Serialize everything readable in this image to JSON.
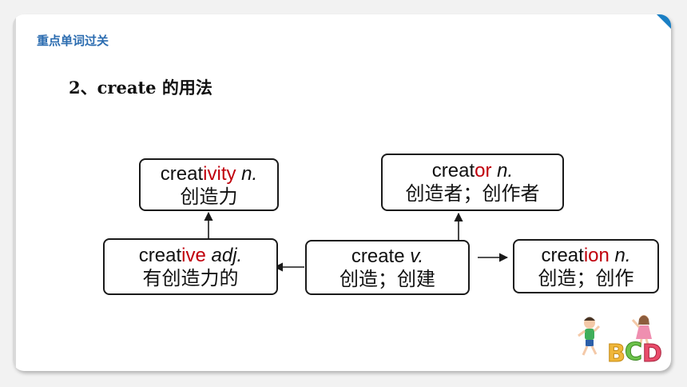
{
  "header": {
    "section": "重点单词过关"
  },
  "title": {
    "number": "2、",
    "word": "create",
    "suffix": " 的用法"
  },
  "boxes": {
    "creativity": {
      "stem": "creat",
      "ending": "ivity",
      "pos": "n.",
      "meaning": "创造力"
    },
    "creator": {
      "stem": "creat",
      "ending": "or",
      "pos": "n.",
      "meaning": "创造者；创作者"
    },
    "creative": {
      "stem": "creat",
      "ending": "ive",
      "pos": "adj.",
      "meaning": "有创造力的"
    },
    "create": {
      "word": "create",
      "pos": "v.",
      "meaning": "创造；创建"
    },
    "creation": {
      "stem": "creat",
      "ending": "ion",
      "pos": "n.",
      "meaning": "创造；创作"
    }
  },
  "decor": {
    "letters": [
      "B",
      "C",
      "D"
    ]
  },
  "colors": {
    "accent": "#c0000c",
    "header": "#2b6cb0",
    "corner": "#1a7fc4"
  }
}
